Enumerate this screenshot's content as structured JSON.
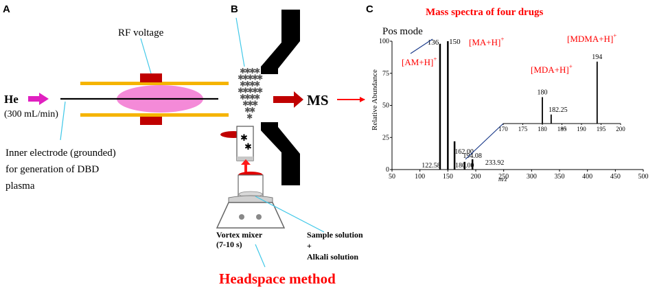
{
  "panels": {
    "a": {
      "letter": "A",
      "rf_label": "RF voltage",
      "gas": "He",
      "flow": "(300 mL/min)",
      "electrode_lines": [
        "Inner electrode (grounded)",
        "for generation of DBD",
        "plasma"
      ]
    },
    "b": {
      "letter": "B",
      "ms_label": "MS",
      "vortex_lines": [
        "Vortex mixer",
        "(7-10 s)"
      ],
      "solution_lines": [
        "Sample solution",
        "+",
        "Alkali solution"
      ],
      "method_title": "Headspace method"
    },
    "c": {
      "letter": "C"
    }
  },
  "colors": {
    "gas_arrow": "#e020c0",
    "plasma": "#f48ad8",
    "electrode_bar": "#f5b400",
    "rf_block": "#c00000",
    "callout_line": "#40c8e8",
    "arrow_red": "#c00000",
    "label_red": "#ff0000"
  },
  "chart_data": {
    "type": "bar",
    "title": "Mass spectra of four drugs",
    "mode_label": "Pos mode",
    "ylabel": "Relative Abundance",
    "xlabel": "m/z",
    "xlim": [
      50,
      500
    ],
    "ylim": [
      0,
      100
    ],
    "xticks": [
      50,
      100,
      150,
      200,
      250,
      300,
      350,
      400,
      450,
      500
    ],
    "yticks": [
      0,
      25,
      50,
      75,
      100
    ],
    "peaks": [
      {
        "mz": 136,
        "value": 98
      },
      {
        "mz": 150,
        "value": 100
      },
      {
        "mz": 162,
        "value": 22
      },
      {
        "mz": 180,
        "value": 6
      },
      {
        "mz": 194.08,
        "value": 8
      }
    ],
    "peak_labels": [
      {
        "mz": 136,
        "text": "136"
      },
      {
        "mz": 150,
        "text": "150"
      },
      {
        "mz": 162,
        "text": "162.00"
      },
      {
        "mz": 122.58,
        "text": "122.58"
      },
      {
        "mz": 180,
        "text": "180.00"
      },
      {
        "mz": 194.08,
        "text": "194.08"
      },
      {
        "mz": 233.92,
        "text": "233.92"
      }
    ],
    "ion_labels": {
      "am": "[AM+H]",
      "ma": "[MA+H]",
      "mda": "[MDA+H]",
      "mdma": "[MDMA+H]",
      "charge": "+"
    },
    "inset": {
      "xlim": [
        170,
        200
      ],
      "xticks": [
        170,
        175,
        180,
        185,
        190,
        195,
        200
      ],
      "xlabel": "m/z",
      "peaks": [
        {
          "mz": 180,
          "value": 35,
          "label": "180"
        },
        {
          "mz": 182.25,
          "value": 12,
          "label": "182.25"
        },
        {
          "mz": 194,
          "value": 82,
          "label": "194"
        }
      ]
    }
  }
}
